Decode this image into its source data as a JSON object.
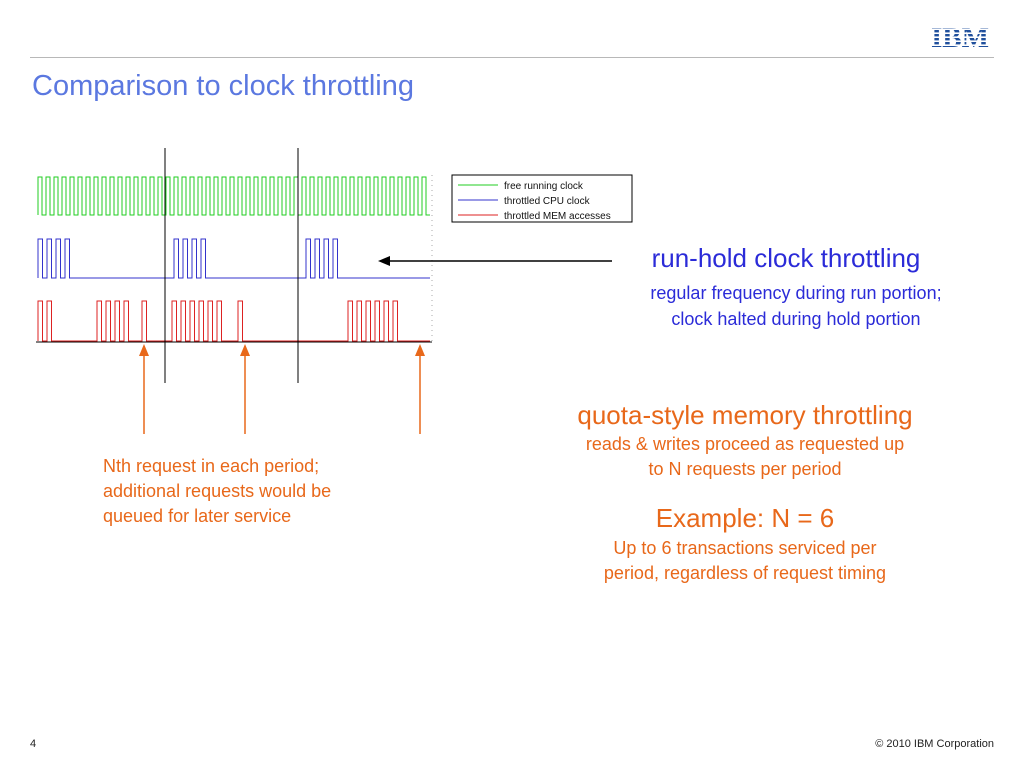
{
  "header": {
    "logo_text": "IBM",
    "title": "Comparison to clock throttling"
  },
  "legend": {
    "items": [
      {
        "label": "free running clock",
        "color": "#22cc22"
      },
      {
        "label": "throttled CPU clock",
        "color": "#3333cc"
      },
      {
        "label": "throttled MEM accesses",
        "color": "#dd2222"
      }
    ]
  },
  "run_hold": {
    "heading": "run-hold clock throttling",
    "desc_line1": "regular frequency during run portion;",
    "desc_line2": "clock halted during hold portion"
  },
  "nth_request": {
    "line1": "Nth request in each period;",
    "line2": "additional requests would be",
    "line3": "queued for later service"
  },
  "quota": {
    "heading": "quota-style memory throttling",
    "desc_line1": "reads & writes proceed as requested up",
    "desc_line2": "to N requests per period"
  },
  "example": {
    "heading": "Example:  N = 6",
    "desc_line1": "Up to 6 transactions serviced per",
    "desc_line2": "period, regardless of request timing"
  },
  "footer": {
    "page_number": "4",
    "copyright": "© 2010 IBM Corporation"
  },
  "colors": {
    "title": "#5b78e0",
    "blue_text": "#2b2bd8",
    "orange_text": "#e8681a",
    "ibm_blue": "#1f4f9c"
  }
}
